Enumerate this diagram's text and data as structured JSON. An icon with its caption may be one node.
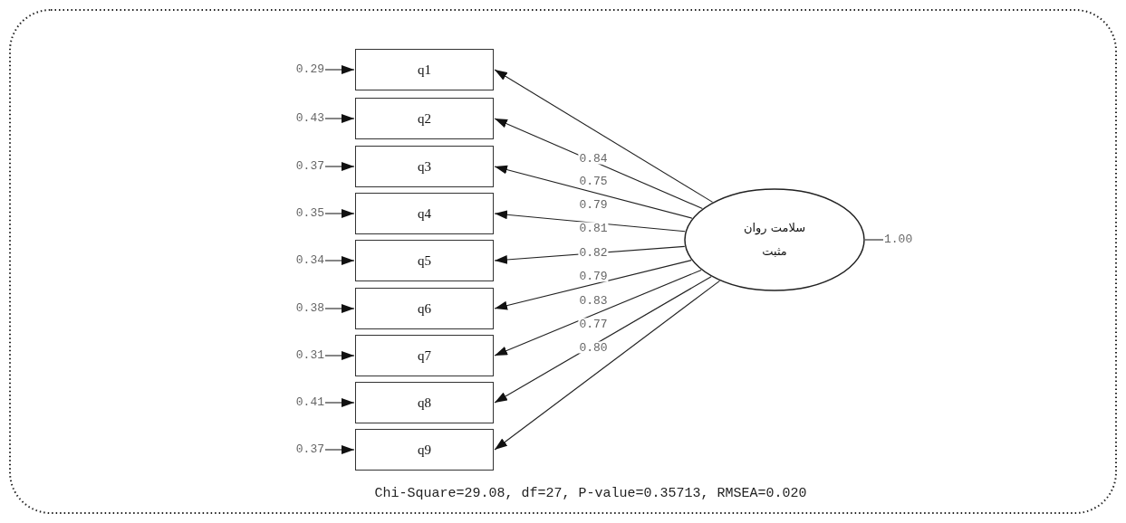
{
  "diagram": {
    "nodes": [
      {
        "text": [
          "q1"
        ]
      },
      {
        "text": [
          "q2"
        ]
      },
      {
        "text": [
          "q3"
        ]
      },
      {
        "text": [
          "q4"
        ]
      },
      {
        "text": [
          "q5"
        ]
      },
      {
        "text": [
          "q6"
        ]
      },
      {
        "text": [
          "q7"
        ]
      },
      {
        "text": [
          "q8"
        ]
      },
      {
        "text": [
          "q9"
        ]
      },
      {
        "text": [
          "سلامت روان مثبت"
        ]
      },
      {
        "text": [
          "0.29"
        ]
      },
      {
        "text": [
          "0.43"
        ]
      },
      {
        "text": [
          "0.37"
        ]
      },
      {
        "text": [
          "0.35"
        ]
      },
      {
        "text": [
          "0.34"
        ]
      },
      {
        "text": [
          "0.38"
        ]
      },
      {
        "text": [
          "0.31"
        ]
      },
      {
        "text": [
          "0.41"
        ]
      },
      {
        "text": [
          "0.37"
        ]
      },
      {
        "text": [
          "1.00"
        ]
      }
    ],
    "edges": [
      {
        "from": 9,
        "to": 0,
        "arrow": "to",
        "label": "0.84"
      },
      {
        "from": 9,
        "to": 1,
        "arrow": "to",
        "label": "0.75"
      },
      {
        "from": 9,
        "to": 2,
        "arrow": "to",
        "label": "0.79"
      },
      {
        "from": 9,
        "to": 3,
        "arrow": "to",
        "label": "0.81"
      },
      {
        "from": 9,
        "to": 4,
        "arrow": "to",
        "label": "0.82"
      },
      {
        "from": 9,
        "to": 5,
        "arrow": "to",
        "label": "0.79"
      },
      {
        "from": 9,
        "to": 6,
        "arrow": "to",
        "label": "0.83"
      },
      {
        "from": 9,
        "to": 7,
        "arrow": "to",
        "label": "0.77"
      },
      {
        "from": 9,
        "to": 8,
        "arrow": "to",
        "label": "0.80"
      },
      {
        "from": 10,
        "to": 0,
        "arrow": "to"
      },
      {
        "from": 11,
        "to": 1,
        "arrow": "to"
      },
      {
        "from": 12,
        "to": 2,
        "arrow": "to"
      },
      {
        "from": 13,
        "to": 3,
        "arrow": "to"
      },
      {
        "from": 14,
        "to": 4,
        "arrow": "to"
      },
      {
        "from": 15,
        "to": 5,
        "arrow": "to"
      },
      {
        "from": 16,
        "to": 6,
        "arrow": "to"
      },
      {
        "from": 17,
        "to": 7,
        "arrow": "to"
      },
      {
        "from": 18,
        "to": 8,
        "arrow": "to"
      },
      {
        "from": 19,
        "to": 9,
        "arrow": "none"
      }
    ],
    "labels": [
      "Chi-Square=29.08, df=27, P-value=0.35713, RMSEA=0.020"
    ]
  }
}
